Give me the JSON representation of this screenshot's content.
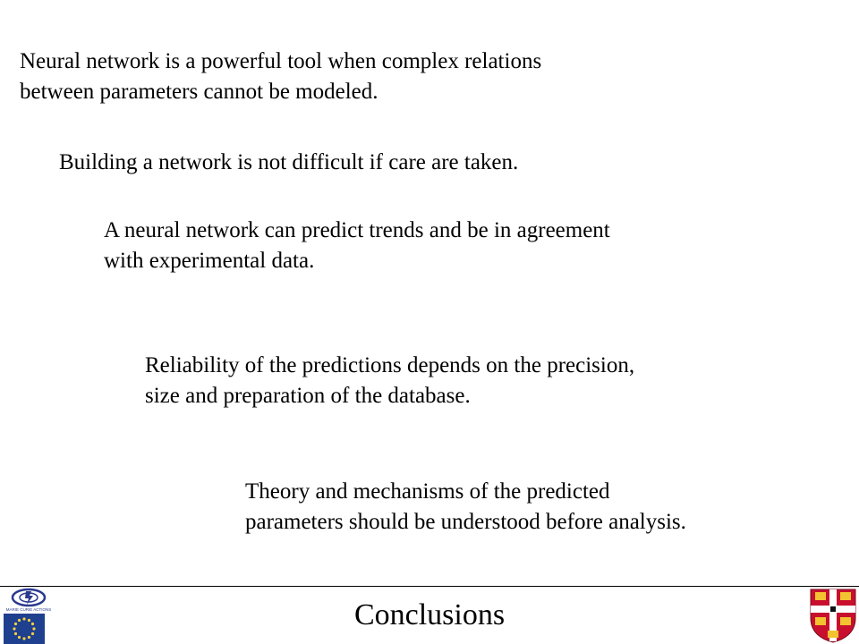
{
  "statements": [
    [
      "Neural network is a powerful tool when complex relations",
      "between parameters cannot be modeled."
    ],
    [
      "Building a network is not difficult if care are taken."
    ],
    [
      "A neural network can predict trends and be in agreement",
      "with experimental data."
    ],
    [
      "Reliability of the predictions depends on the precision,",
      "size and preparation of the database."
    ],
    [
      "Theory and mechanisms of the predicted",
      "parameters should be understood before analysis."
    ]
  ],
  "footer": {
    "title": "Conclusions",
    "left_logo_text": "MARIE CURIE ACTIONS"
  },
  "colors": {
    "text": "#000000",
    "eu_blue": "#1f3f8f",
    "eu_star": "#f4d03f",
    "crest_red": "#c8102e",
    "crest_gold": "#f2c230",
    "mc_blue": "#2b3a8f"
  },
  "icons": {
    "left_top": "marie-curie-logo-icon",
    "left_bottom": "eu-flag-icon",
    "right": "university-crest-icon"
  }
}
